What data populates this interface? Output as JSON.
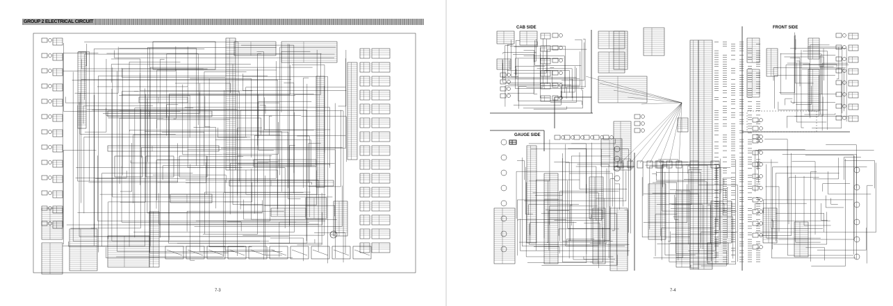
{
  "left_page": {
    "section_title": "GROUP 2 ELECTRICAL CIRCUIT",
    "page_number": "7-3"
  },
  "right_page": {
    "cab_label": "CAB SIDE",
    "gauge_label": "GAUGE SIDE",
    "front_label": "FRONT SIDE",
    "page_number": "7-4"
  },
  "colors": {
    "ink": "#222222",
    "title_bar": "#a0a0a0"
  }
}
